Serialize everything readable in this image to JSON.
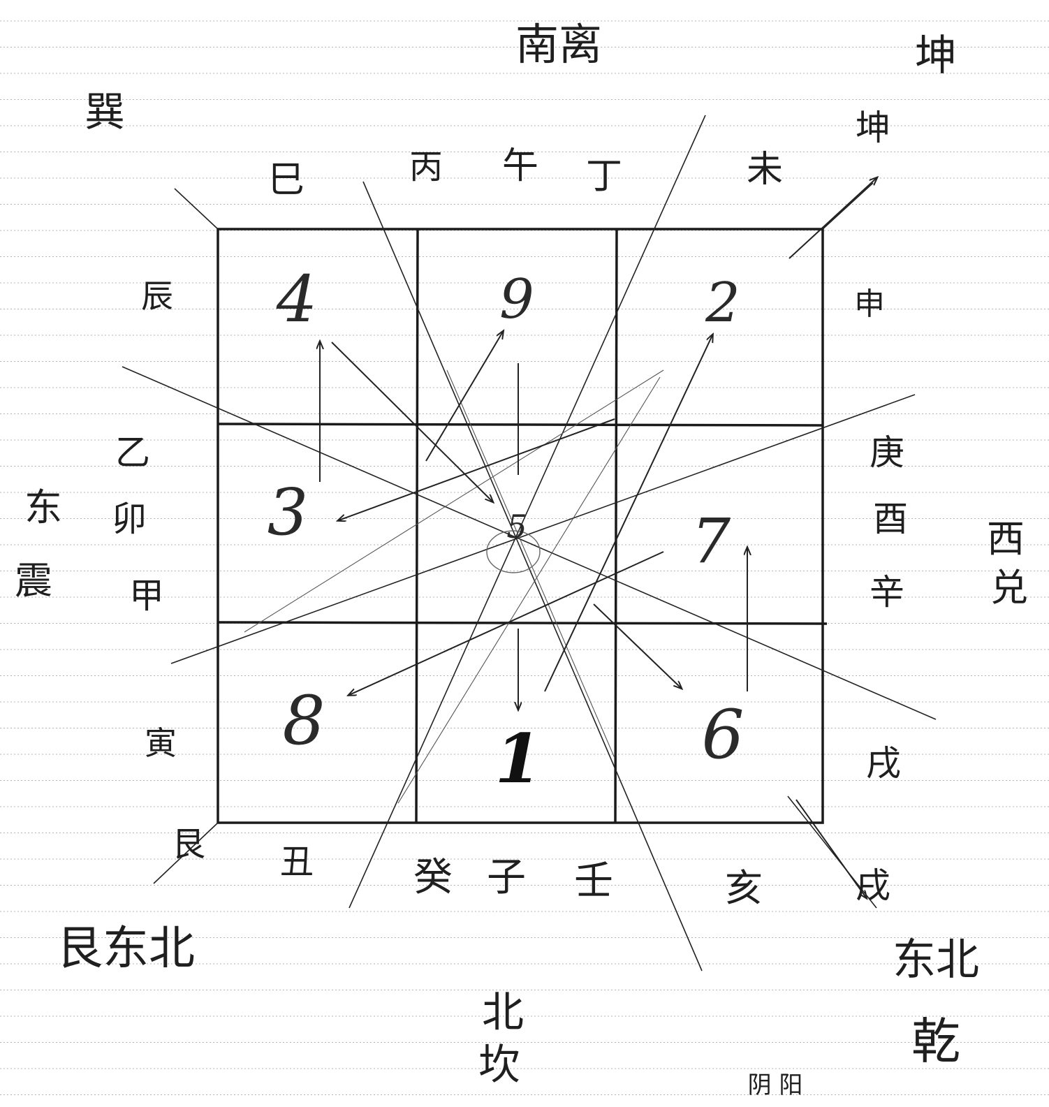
{
  "palace_numbers": {
    "top_left": "4",
    "top_center": "9",
    "top_right": "2",
    "middle_left": "3",
    "middle_center": "5",
    "middle_right": "7",
    "bottom_left": "8",
    "bottom_center": "1",
    "bottom_right": "6"
  },
  "directions": {
    "south": "南离",
    "north_line1": "北",
    "north_line2": "坎",
    "east_line1": "东",
    "east_line2": "震",
    "west_line1": "西",
    "west_line2": "兑",
    "southwest": "坤",
    "northeast": "艮东北",
    "northwest_line1": "东北",
    "northwest_line2": "乾"
  },
  "mountains": {
    "top_row": [
      "巳",
      "丙",
      "午",
      "丁",
      "未"
    ],
    "bottom_row": [
      "艮",
      "丑",
      "癸",
      "子",
      "壬",
      "亥",
      "戌"
    ],
    "left_col": [
      "辰",
      "乙",
      "卯",
      "甲",
      "寅"
    ],
    "right_col": [
      "申",
      "庚",
      "酉",
      "辛",
      "戌"
    ]
  },
  "margin_notes": {
    "top_left": "巽",
    "top_right": "坤",
    "bottom_right_small": "阴 阳"
  },
  "colors": {
    "ink": "#1b1b1b",
    "paper": "#ffffff",
    "ruled_lines": "#9a9a9a"
  }
}
